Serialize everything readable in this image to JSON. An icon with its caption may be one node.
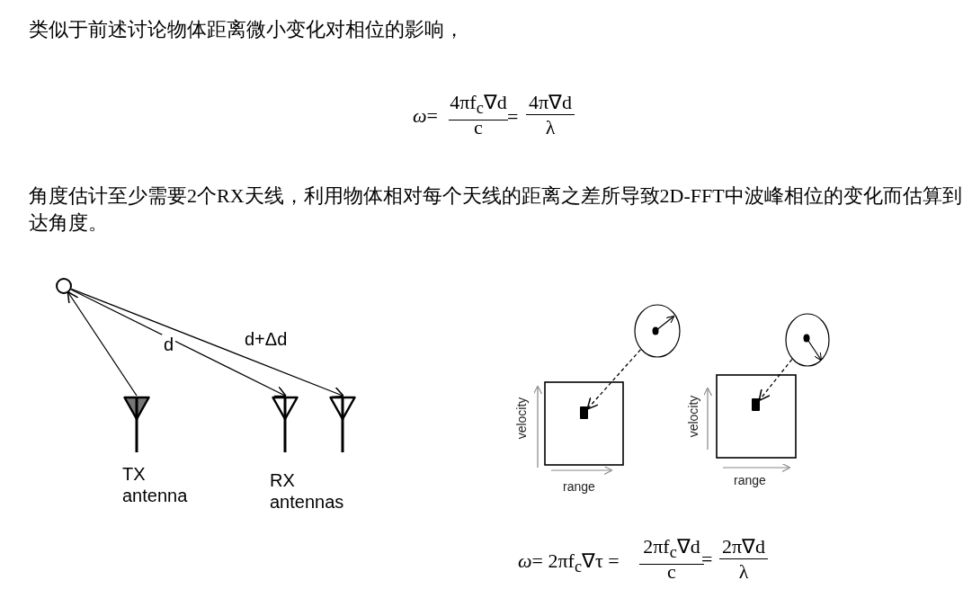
{
  "diagram": {
    "nodes": [
      {
        "text": [],
        "shape": "circle"
      },
      {
        "text": [],
        "shape": "antenna"
      },
      {
        "text": [],
        "shape": "antenna"
      },
      {
        "text": [],
        "shape": "antenna"
      },
      {
        "text": [],
        "shape": "circle"
      },
      {
        "text": [],
        "shape": "box"
      },
      {
        "text": [],
        "shape": "bar",
        "in": 5
      },
      {
        "text": [],
        "shape": "circle"
      },
      {
        "text": [],
        "shape": "box"
      },
      {
        "text": [],
        "shape": "bar",
        "in": 8
      }
    ],
    "edges": [
      {
        "from": 1,
        "to": 0,
        "arrow": "to"
      },
      {
        "from": 0,
        "to": 2,
        "arrow": "to",
        "label": "d"
      },
      {
        "from": 0,
        "to": 3,
        "arrow": "to",
        "label": "d+Δd"
      },
      {
        "from": 4,
        "to": 6,
        "arrow": "to",
        "style": "dashed"
      },
      {
        "from": 7,
        "to": 9,
        "arrow": "to",
        "style": "dashed"
      }
    ],
    "labels": [
      "类似于前述讨论物体距离微小变化对相位的影响，",
      "*ω*=",
      "4πf$_{c}$∇d",
      "c",
      "=",
      "4π∇d",
      "λ",
      "角度估计至少需要2个RX天线，利用物体相对每个天线的距离之差所导致2D-FFT中波峰相位的变化而估算到达角度。",
      "TX antenna",
      "RX antennas",
      "velocity",
      "range",
      "velocity",
      "range",
      "*ω*= 2πf$_{c}$∇τ =",
      "2πf$_{c}$∇d",
      "c",
      "=",
      "2π∇d",
      "λ"
    ]
  }
}
